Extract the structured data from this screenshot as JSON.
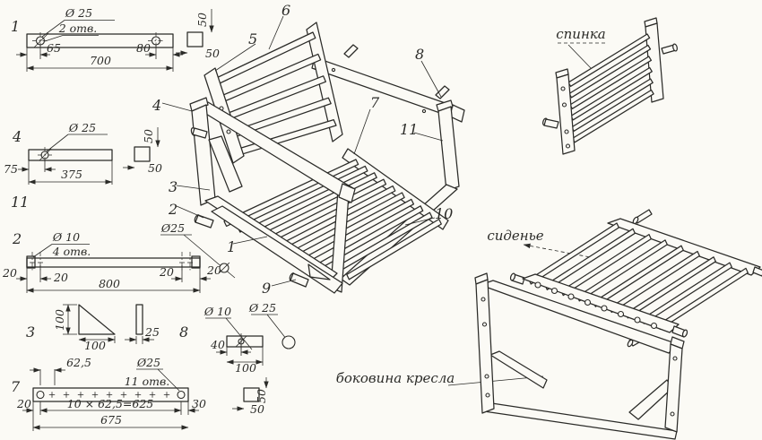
{
  "parts": {
    "p1": {
      "label": "1",
      "dia": "Ø 25",
      "note": "2 отв.",
      "a": "65",
      "b": "80",
      "len": "700",
      "w": "50",
      "h": "50"
    },
    "p4": {
      "label": "4",
      "alt": "11",
      "dia": "Ø 25",
      "a": "75",
      "len": "375",
      "w": "50",
      "h": "50"
    },
    "p2": {
      "label": "2",
      "dia": "Ø 10",
      "note": "4 отв.",
      "a": "20",
      "b": "20",
      "c": "20",
      "d": "20",
      "len": "800"
    },
    "p3": {
      "label": "3",
      "a": "100",
      "b": "100",
      "t": "25"
    },
    "p8": {
      "label": "8",
      "dia": "Ø 10",
      "dia2": "Ø 25",
      "a": "40",
      "len": "100"
    },
    "p7": {
      "label": "7",
      "a": "62,5",
      "dia": "Ø25",
      "note": "11 отв.",
      "b": "20",
      "pitch": "10 × 62,5=625",
      "c": "30",
      "len": "675",
      "w": "50",
      "h": "50"
    },
    "dowel": {
      "dia": "Ø25"
    }
  },
  "assembly": {
    "callouts": [
      "1",
      "2",
      "3",
      "4",
      "5",
      "6",
      "7",
      "8",
      "9",
      "10",
      "11"
    ]
  },
  "views": {
    "backrest": "спинка",
    "seat": "сиденье",
    "side": "боковина кресла"
  },
  "ink": "#2b2b28",
  "background": "#fbfaf5"
}
